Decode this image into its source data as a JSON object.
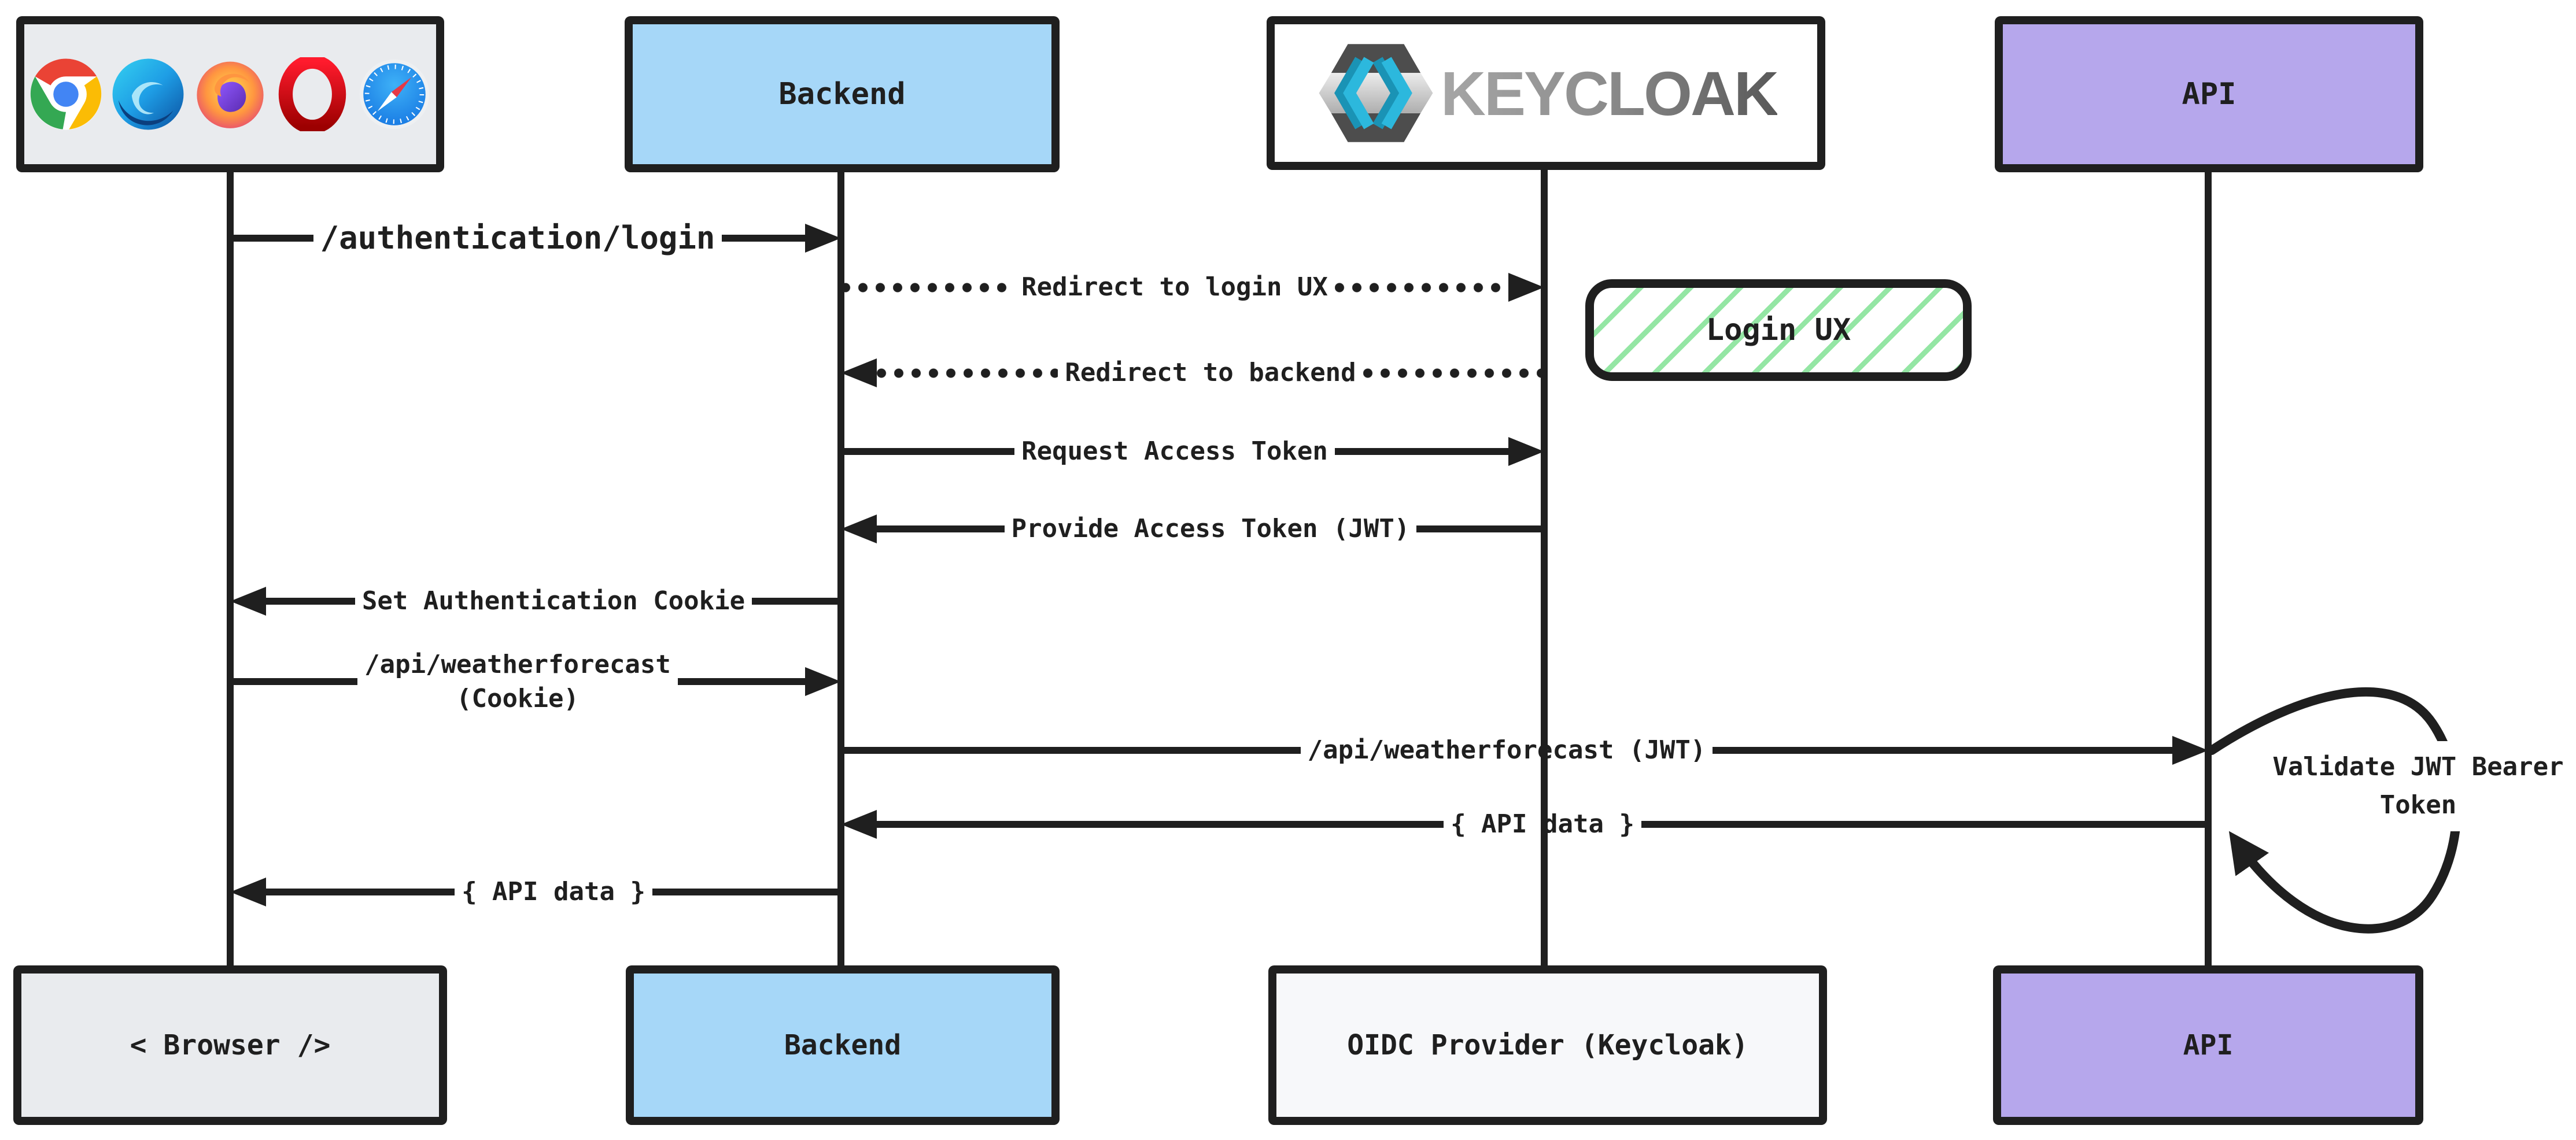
{
  "participants": {
    "browser": {
      "bottom_label": "< Browser />",
      "icons": [
        "chrome",
        "edge",
        "firefox",
        "opera",
        "safari"
      ]
    },
    "backend": {
      "top_label": "Backend",
      "bottom_label": "Backend"
    },
    "keycloak": {
      "logo_text": "KEYCLOAK",
      "bottom_label": "OIDC Provider (Keycloak)"
    },
    "api": {
      "top_label": "API",
      "bottom_label": "API"
    }
  },
  "messages": [
    {
      "text": "/authentication/login",
      "from": "browser",
      "to": "backend",
      "style": "solid",
      "direction": "right"
    },
    {
      "text": "Redirect to login UX",
      "from": "backend",
      "to": "keycloak",
      "style": "dotted",
      "direction": "right"
    },
    {
      "text": "Redirect to backend",
      "from": "keycloak",
      "to": "backend",
      "style": "dotted",
      "direction": "left"
    },
    {
      "text": "Request Access Token",
      "from": "backend",
      "to": "keycloak",
      "style": "solid",
      "direction": "right"
    },
    {
      "text": "Provide Access Token (JWT)",
      "from": "keycloak",
      "to": "backend",
      "style": "solid",
      "direction": "left"
    },
    {
      "text": "Set Authentication Cookie",
      "from": "backend",
      "to": "browser",
      "style": "solid",
      "direction": "left"
    },
    {
      "line1": "/api/weatherforecast",
      "line2": "(Cookie)",
      "from": "browser",
      "to": "backend",
      "style": "solid",
      "direction": "right"
    },
    {
      "text": "/api/weatherforecast (JWT)",
      "from": "backend",
      "to": "api",
      "style": "solid",
      "direction": "right"
    },
    {
      "text": "{ API data }",
      "from": "api",
      "to": "backend",
      "style": "solid",
      "direction": "left"
    },
    {
      "text": "{ API data }",
      "from": "backend",
      "to": "browser",
      "style": "solid",
      "direction": "left"
    }
  ],
  "note": {
    "label": "Login UX"
  },
  "self_loop": {
    "line1": "Validate JWT Bearer",
    "line2": "Token",
    "on": "api"
  },
  "colors": {
    "line": "#1f1f1f",
    "backend_fill": "#a6d7f8",
    "api_fill": "#b6a7ec",
    "browser_fill": "#e9ebee",
    "oidc_fill": "#f7f8fa",
    "note_hatch_green": "#94e6a4",
    "keycloak_cyan": "#2cb8dd",
    "keycloak_gray": "#8c8c8c"
  }
}
